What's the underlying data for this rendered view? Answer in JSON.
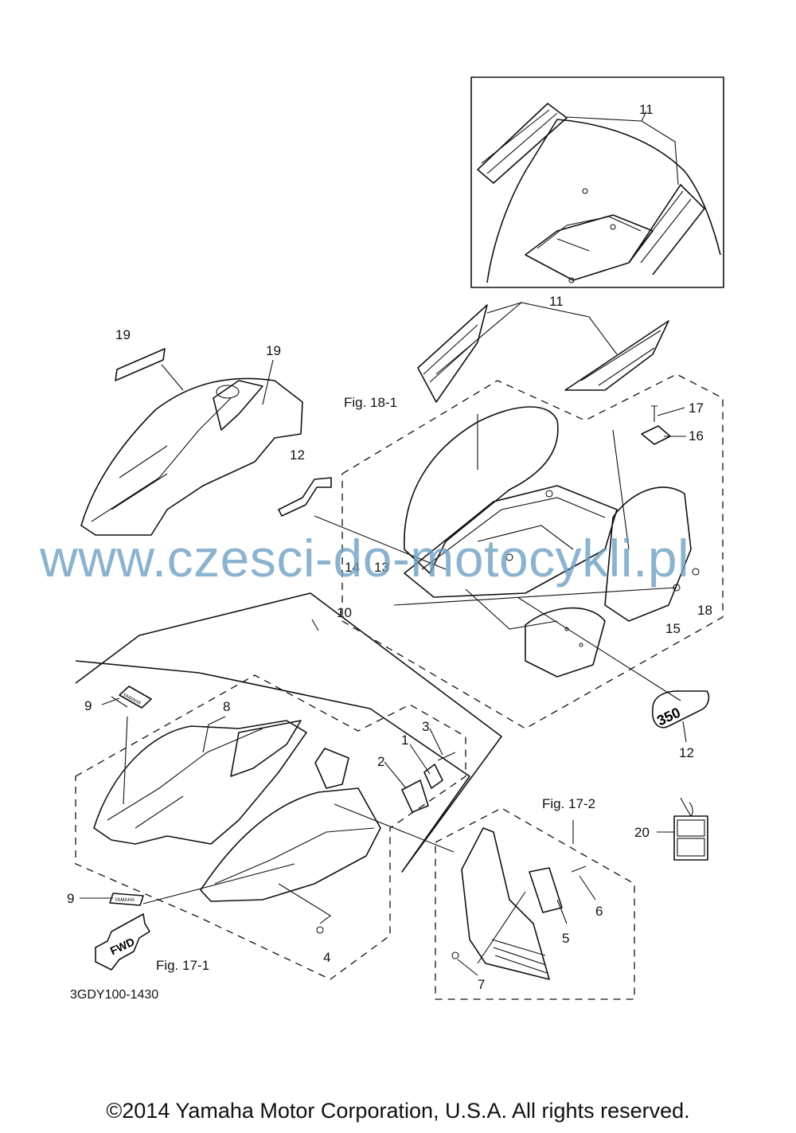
{
  "diagram": {
    "drawing_code": "3GDY100-1430",
    "watermark": "www.czesci-do-motocykli.pl",
    "copyright": "©2014 Yamaha Motor Corporation, U.S.A. All rights reserved.",
    "figures": {
      "fig_18_1": "Fig. 18-1",
      "fig_17_1": "Fig. 17-1",
      "fig_17_2": "Fig. 17-2"
    },
    "decal_text": {
      "brand": "YAMAHA",
      "direction": "FWD",
      "model": "350"
    },
    "callouts": [
      "1",
      "2",
      "3",
      "4",
      "5",
      "6",
      "7",
      "8",
      "9",
      "9",
      "10",
      "11",
      "11",
      "12",
      "12",
      "13",
      "14",
      "15",
      "16",
      "17",
      "18",
      "19",
      "19",
      "20"
    ]
  }
}
